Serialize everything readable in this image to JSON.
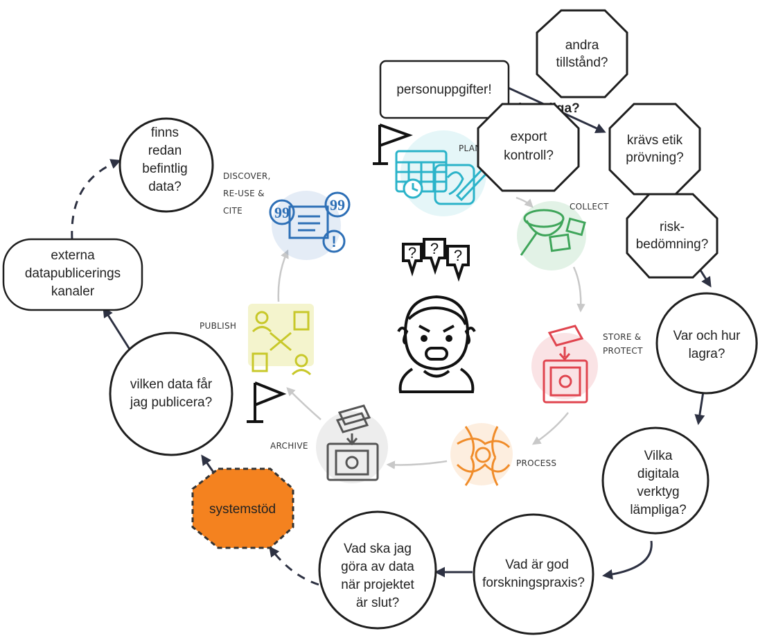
{
  "colors": {
    "node_stroke": "#1f1f1f",
    "arrow": "#2d3142",
    "systemstod_fill": "#f4821f",
    "plan": "#2bb3c9",
    "collect": "#3fa55a",
    "store": "#e0454f",
    "process": "#f08c2a",
    "archive": "#6b6b6b",
    "publish": "#d4d436",
    "discover": "#2d6fb6"
  },
  "lifecycle": {
    "plan": "PLAN",
    "collect": "COLLECT",
    "store_line1": "STORE &",
    "store_line2": "PROTECT",
    "process": "PROCESS",
    "archive": "ARCHIVE",
    "publish": "PUBLISH",
    "discover_line1": "DISCOVER,",
    "discover_line2": "RE-USE &",
    "discover_line3": "CITE"
  },
  "nodes": {
    "personuppgifter": "personuppgifter!",
    "export_line1": "export",
    "export_line2": "kontroll?",
    "lampliga_partial": "lämpliga?",
    "andra_line1": "andra",
    "andra_line2": "tillstånd?",
    "etik_line1": "krävs etik",
    "etik_line2": "prövning?",
    "risk_line1": "risk-",
    "risk_line2": "bedömning?",
    "lagra_line1": "Var och hur",
    "lagra_line2": "lagra?",
    "verktyg_line1": "Vilka",
    "verktyg_line2": "digitala",
    "verktyg_line3": "verktyg",
    "verktyg_line4": "lämpliga?",
    "praxis_line1": "Vad är god",
    "praxis_line2": "forskningspraxis?",
    "slut_line1": "Vad ska jag",
    "slut_line2": "göra av data",
    "slut_line3": "när projektet",
    "slut_line4": "är slut?",
    "systemstod": "systemstöd",
    "publicera_line1": "vilken data får",
    "publicera_line2": "jag publicera?",
    "kanaler_line1": "externa",
    "kanaler_line2": "datapublicerings",
    "kanaler_line3": "kanaler",
    "finns_line1": "finns",
    "finns_line2": "redan",
    "finns_line3": "befintlig",
    "finns_line4": "data?"
  },
  "center": {
    "q1": "?",
    "q2": "?",
    "q3": "?"
  }
}
